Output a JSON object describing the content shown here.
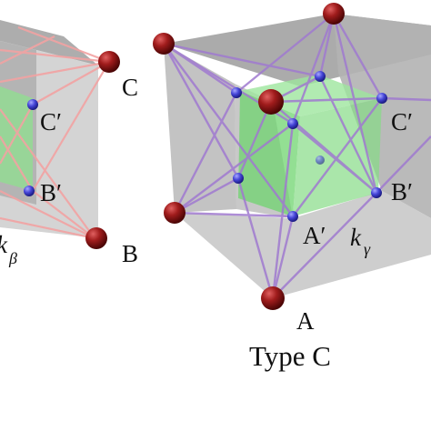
{
  "left_panel": {
    "labels": {
      "C": "C",
      "C_prime": "C′",
      "B_prime": "B′",
      "B": "B",
      "k_symbol": "k",
      "k_subscript": "β"
    },
    "colors": {
      "linker": "#f2a3a3",
      "cube_face": "#b8b8b8",
      "inner_box": "#8fe08f"
    }
  },
  "right_panel": {
    "labels": {
      "C_prime": "C′",
      "B_prime": "B′",
      "A_prime": "A′",
      "A": "A",
      "k_symbol": "k",
      "k_subscript": "γ",
      "caption": "Type C"
    },
    "colors": {
      "linker": "#a07ad0",
      "cube_face": "#b8b8b8",
      "inner_box": "#7fdc7f"
    }
  },
  "node_colors": {
    "outer_sphere": "#9b1b1b",
    "inner_sphere": "#4a4ad8"
  }
}
